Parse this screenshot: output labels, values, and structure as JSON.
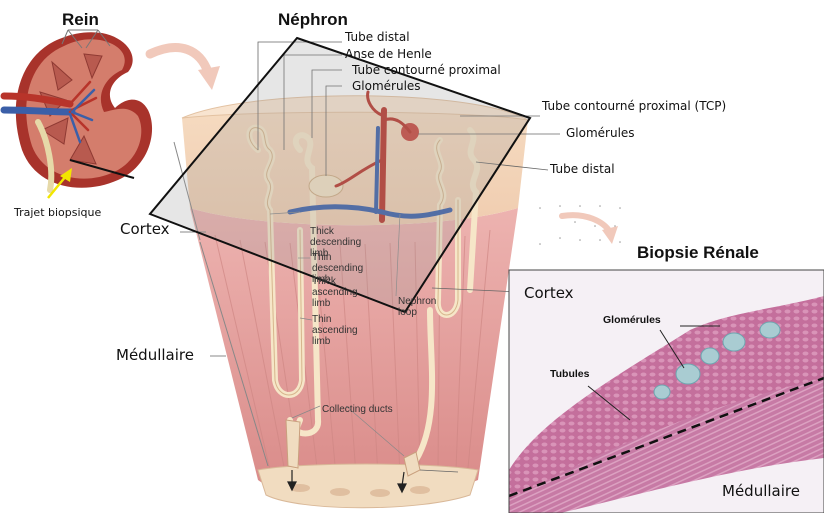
{
  "titles": {
    "rein": "Rein",
    "nephron": "Néphron",
    "biopsy": "Biopsie Rénale"
  },
  "kidney": {
    "biopsy_path_label": "Trajet biopsique"
  },
  "zones": {
    "cortex": "Cortex",
    "medulla": "Médullaire"
  },
  "nephron_labels_top": [
    "Tube distal",
    "Anse de Henle",
    "Tube contourné proximal",
    "Glomérules"
  ],
  "nephron_labels_right": [
    "Tube contourné proximal (TCP)",
    "Glomérules",
    "Tube distal"
  ],
  "nephron_labels_inner": {
    "thick_desc": "Thick descending limb",
    "thin_desc": "Thin descending limb",
    "thick_asc": "Thick ascending limb",
    "thin_asc": "Thin ascending limb",
    "loop": "Nephron loop",
    "collecting": "Collecting ducts"
  },
  "biopsy": {
    "cortex": "Cortex",
    "medulla": "Médullaire",
    "glomeruli": "Glomérules",
    "tubules": "Tubules"
  },
  "colors": {
    "kidney_outer": "#a8332b",
    "kidney_inner": "#d98070",
    "tissue_pink": "#e7a3a3",
    "cortex_tan": "#f3d3b5",
    "artery": "#b8342a",
    "vein": "#3b5fa8",
    "arrow": "#f0c8b8",
    "biopsy_bg": "#f4eef4",
    "biopsy_tissue": "#c97aa6",
    "biopsy_glom": "#9fc3cc"
  }
}
